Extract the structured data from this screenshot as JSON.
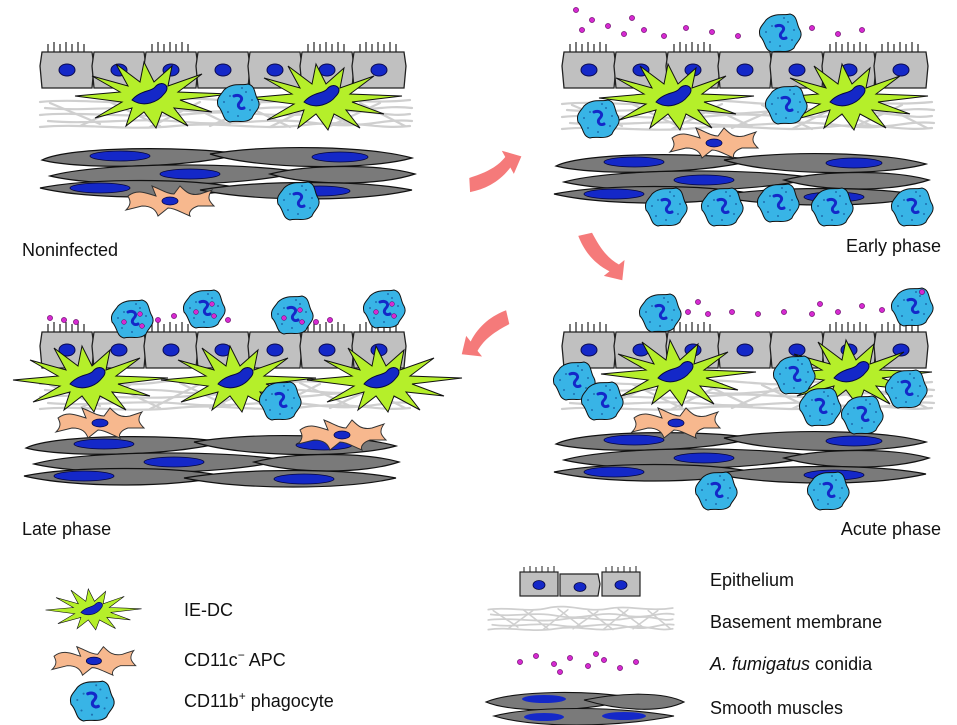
{
  "panels": {
    "noninfected": {
      "label": "Noninfected"
    },
    "early": {
      "label": "Early phase"
    },
    "acute": {
      "label": "Acute phase"
    },
    "late": {
      "label": "Late phase"
    }
  },
  "legend": {
    "iedc": "IE-DC",
    "apc": {
      "base": "CD11c",
      "sup": "−",
      "rest": " APC"
    },
    "phagocyte": {
      "base": "CD11b",
      "sup": "+",
      "rest": " phagocyte"
    },
    "epithelium": "Epithelium",
    "basement": "Basement membrane",
    "conidia": {
      "italic": "A. fumigatus",
      "rest": " conidia"
    },
    "smooth": "Smooth muscles"
  },
  "colors": {
    "epithelium_fill": "#c0c0c0",
    "nucleus": "#1428c8",
    "dendritic": "#b5ef2a",
    "apc": "#f7b88e",
    "phagocyte": "#38b4e6",
    "conidia": "#d52ad0",
    "basement_fiber": "#cfcfcf",
    "smooth_muscle": "#7a7a7a",
    "arrow": "#f57a7a"
  },
  "icons": [
    "cycle-arrow-icon",
    "conidia-dot-icon",
    "phagocyte-icon",
    "dendritic-cell-icon",
    "apc-icon"
  ]
}
